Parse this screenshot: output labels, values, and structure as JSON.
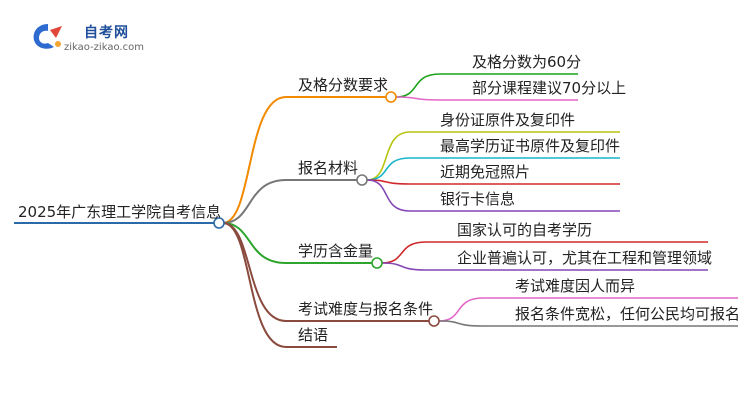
{
  "logo": {
    "name": "自考网",
    "url": "zikao-zikao.com"
  },
  "root": {
    "label": "2025年广东理工学院自考信息",
    "color": "#2b6aa6"
  },
  "branches": [
    {
      "label": "及格分数要求",
      "color": "#f28a00",
      "children": [
        {
          "label": "及格分数为60分",
          "color": "#1aa21a"
        },
        {
          "label": "部分课程建议70分以上",
          "color": "#e367c6"
        }
      ]
    },
    {
      "label": "报名材料",
      "color": "#777777",
      "children": [
        {
          "label": "身份证原件及复印件",
          "color": "#b6c40f"
        },
        {
          "label": "最高学历证书原件及复印件",
          "color": "#19b5c8"
        },
        {
          "label": "近期免冠照片",
          "color": "#d0282a"
        },
        {
          "label": "银行卡信息",
          "color": "#8447b5"
        }
      ]
    },
    {
      "label": "学历含金量",
      "color": "#2da52d",
      "children": [
        {
          "label": "国家认可的自考学历",
          "color": "#d0282a"
        },
        {
          "label": "企业普遍认可，尤其在工程和管理领域",
          "color": "#8447b5"
        }
      ]
    },
    {
      "label": "考试难度与报名条件",
      "color": "#8a4a3e",
      "children": [
        {
          "label": "考试难度因人而异",
          "color": "#e367c6"
        },
        {
          "label": "报名条件宽松，任何公民均可报名",
          "color": "#777777"
        }
      ]
    },
    {
      "label": "结语",
      "color": "#8a4a3e",
      "children": []
    }
  ]
}
